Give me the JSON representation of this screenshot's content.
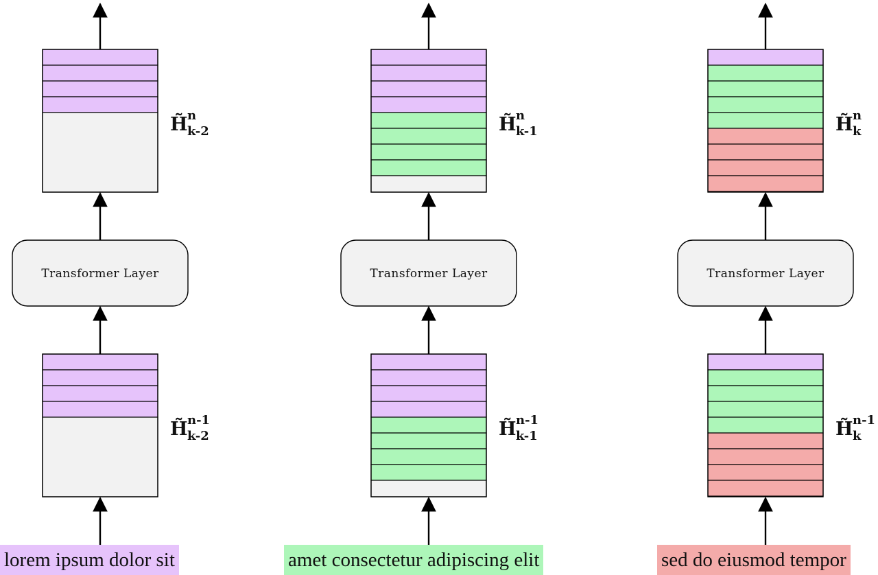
{
  "colors": {
    "purple": "#e6c3fb",
    "green": "#adf6b9",
    "red": "#f4abaa",
    "empty": "#f2f2f2",
    "layer_fill": "#f2f2f2",
    "stroke": "#000000"
  },
  "columns": [
    {
      "input_text": "lorem ipsum dolor sit",
      "input_color": "#e6c3fb",
      "layer_label": "Transformer Layer",
      "bottom_state": {
        "base": "H̃",
        "sup": "n-1",
        "sub": "k-2",
        "rows": [
          "purple",
          "purple",
          "purple",
          "purple",
          "empty"
        ]
      },
      "top_state": {
        "base": "H̃",
        "sup": "n",
        "sub": "k-2",
        "rows": [
          "purple",
          "purple",
          "purple",
          "purple",
          "empty"
        ]
      }
    },
    {
      "input_text": "amet consectetur adipiscing elit",
      "input_color": "#adf6b9",
      "layer_label": "Transformer Layer",
      "bottom_state": {
        "base": "H̃",
        "sup": "n-1",
        "sub": "k-1",
        "rows": [
          "purple",
          "purple",
          "purple",
          "purple",
          "green",
          "green",
          "green",
          "green",
          "empty"
        ]
      },
      "top_state": {
        "base": "H̃",
        "sup": "n",
        "sub": "k-1",
        "rows": [
          "purple",
          "purple",
          "purple",
          "purple",
          "green",
          "green",
          "green",
          "green",
          "empty"
        ]
      }
    },
    {
      "input_text": "sed do eiusmod tempor",
      "input_color": "#f4abaa",
      "layer_label": "Transformer Layer",
      "bottom_state": {
        "base": "H̃",
        "sup": "n-1",
        "sub": "k",
        "rows": [
          "purple",
          "green",
          "green",
          "green",
          "green",
          "red",
          "red",
          "red",
          "red"
        ]
      },
      "top_state": {
        "base": "H̃",
        "sup": "n",
        "sub": "k",
        "rows": [
          "purple",
          "green",
          "green",
          "green",
          "green",
          "red",
          "red",
          "red",
          "red"
        ]
      }
    }
  ]
}
